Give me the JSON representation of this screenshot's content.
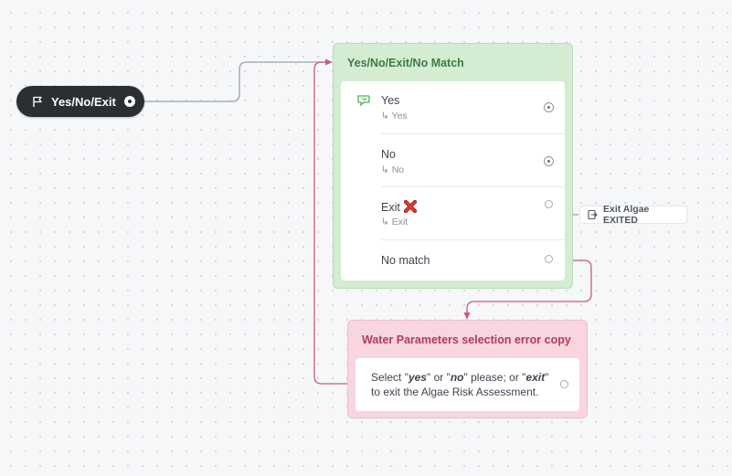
{
  "start": {
    "label": "Yes/No/Exit"
  },
  "choice": {
    "title": "Yes/No/Exit/No Match",
    "options": [
      {
        "label": "Yes",
        "sub": "↳ Yes"
      },
      {
        "label": "No",
        "sub": "↳ No"
      },
      {
        "label": "Exit",
        "sub": "↳ Exit"
      },
      {
        "label": "No match"
      }
    ]
  },
  "exit_chip": {
    "label": "Exit Algae EXITED"
  },
  "message": {
    "title": "Water Parameters selection error copy",
    "parts": {
      "p1": "Select \"",
      "w1": "yes",
      "p2": "\" or \"",
      "w2": "no",
      "p3": "\" please; or \"",
      "w3": "exit",
      "p4": "\" to exit the Algae Risk Assessment."
    }
  },
  "colors": {
    "start_bg": "#2b2f33",
    "choice_bg": "#d3ecd2",
    "choice_title": "#3f7a46",
    "message_bg": "#f9d6df",
    "message_title": "#b03a5c",
    "link_gray": "#9aa1ab",
    "link_pink": "#c95a7c"
  }
}
